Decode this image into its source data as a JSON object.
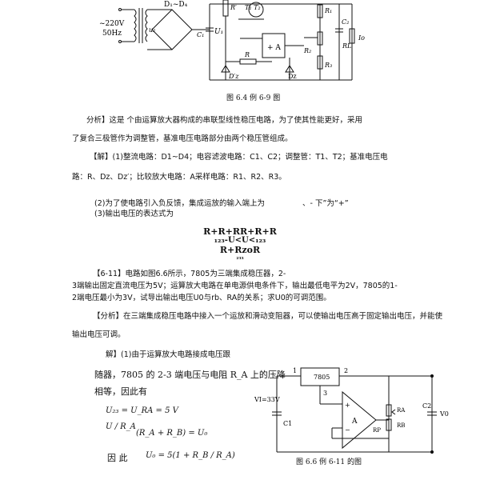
{
  "fig1": {
    "labels": {
      "vin": "~220V",
      "freq": "50Hz",
      "u2": "u₂",
      "d1d4": "D₁~D₄",
      "c1": "C₁",
      "u1": "U₁",
      "rprime": "R′",
      "t1t2": "T₁ T₂",
      "r1": "R₁",
      "r2": "R₂",
      "r3": "R₃",
      "r": "R",
      "dz_prime": "D′z",
      "dz": "Dz",
      "c2": "C₂",
      "rl": "RL",
      "io": "Io",
      "amp": "+ A",
      "minus": "−"
    },
    "caption": "图 6.4  例 6-9 图"
  },
  "p_analysis_1": "分析】这是       个由运算放大器构成的串联型线性稳压电路，为了使其性能更好，采用",
  "p_analysis_2": "了复合三极管作为调整管，基准电压电路部分由两个稳压管组成。",
  "p_sol_1": "【解】(1)整流电路：D1~D4；电容滤波电路：C1、C2；调整管：T1、T2；基准电压电",
  "p_sol_2": "路：R、Dz、Dz′；比较放大电路：A采样电路：R1、R2、R3。",
  "p_sol_3_a": "(2)为了使电路引入负反馈，集成运放的输入端上为",
  "p_sol_3_b": "、- 下”为“+”",
  "p_sol_4": "(3)输出电压的表达式为",
  "formula": {
    "line1": "R+R+RR+R+R",
    "line2": "₁₂₃-U<U<₁₂₃",
    "line3": "R+RzoR",
    "line4": "₂₃₃"
  },
  "p_611_1": "【6-11】电路如图6.6所示，7805为三端集成稳压器，2-",
  "p_611_2": "3端输出固定直流电压为5V；运算放大电路在单电源供电条件下，输出最低电平为2V，7805的1-",
  "p_611_3": "2端电压最小为3V，试导出输出电压U0与rb、RA的关系；求U0的可调范围。",
  "p_an2_1": "【分析】在三端集成稳压电路中接入一个运放和滑动变阻器，可以使输出电压高于固定输出电压，并能使",
  "p_an2_2": "输出电压可调。",
  "p_sol2_1": "解】(1)由于运算放大电路接成电压跟",
  "p_sol2_2": "随器，7805 的 2-3 端电压与电阻 R_A 上的压降",
  "p_sol2_3": "相等，因此有",
  "eq1": "U₂₃ = U_RA = 5 V",
  "eq2_lhs": "U / R_A",
  "eq2_rhs": "(R_A + R_B) = U₀",
  "eq3_prefix": "因 此",
  "eq3": "U₀ = 5(1 + R_B / R_A)",
  "fig2": {
    "labels": {
      "ic": "7805",
      "pin1": "1",
      "pin2": "2",
      "pin3": "3",
      "vi": "VI=33V",
      "c1": "C1",
      "c2": "C2",
      "ra": "RA",
      "rb": "RB",
      "rp": "RP",
      "vo": "V0",
      "a": "A",
      "plus": "+",
      "minus": "−"
    },
    "caption": "图 6.6  例 6-11 的图"
  }
}
